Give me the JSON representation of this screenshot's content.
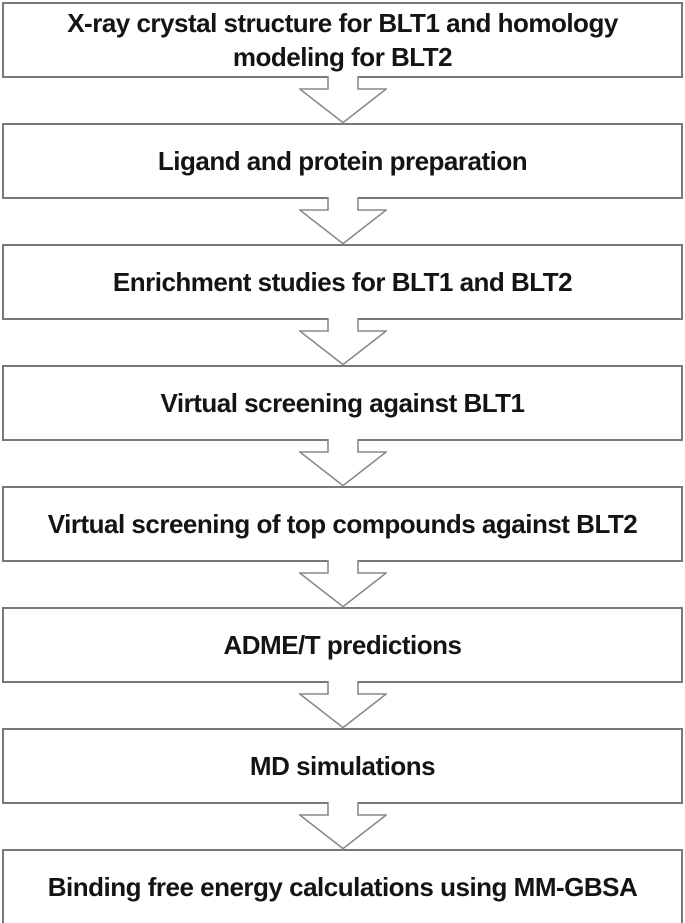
{
  "figure": {
    "type": "flowchart",
    "orientation": "vertical",
    "colors": {
      "box_fill": "#ffffff",
      "box_border": "#787878",
      "arrow_outline": "#8a8a8a",
      "text": "#141414",
      "background": "#ffffff"
    },
    "steps": [
      {
        "label": [
          "X-ray crystal structure for BLT1 and homology",
          "modeling for BLT2"
        ]
      },
      {
        "label": "Ligand and protein preparation"
      },
      {
        "label": "Enrichment studies for BLT1 and BLT2"
      },
      {
        "label": "Virtual screening against BLT1"
      },
      {
        "label": "Virtual screening of top compounds against BLT2"
      },
      {
        "label": "ADME/T predictions"
      },
      {
        "label": "MD simulations"
      },
      {
        "label": "Binding free energy calculations using MM-GBSA"
      }
    ],
    "connector": "hollow-down-block-arrow"
  }
}
